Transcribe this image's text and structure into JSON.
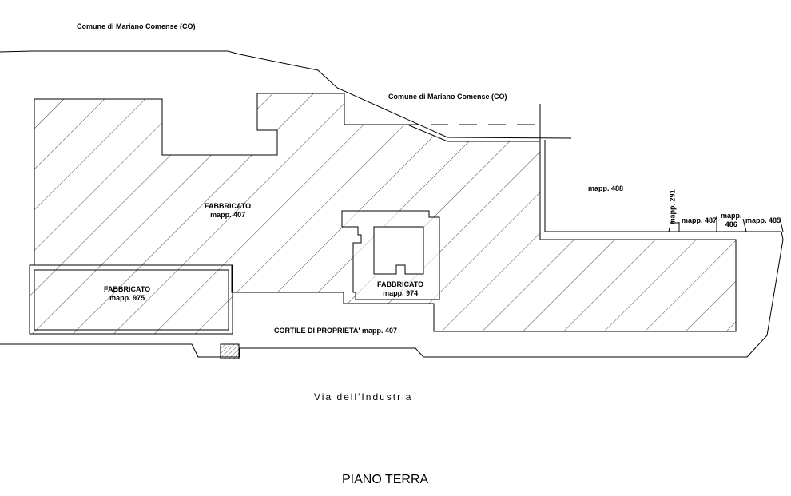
{
  "labels": {
    "comune_top": "Comune di Mariano Comense (CO)",
    "comune_mid": "Comune di Mariano Comense (CO)",
    "fabbricato_407": "FABBRICATO",
    "mapp_407": "mapp. 407",
    "fabbricato_975": "FABBRICATO",
    "mapp_975": "mapp. 975",
    "fabbricato_974": "FABBRICATO",
    "mapp_974": "mapp. 974",
    "cortile": "CORTILE DI PROPRIETA' mapp. 407",
    "mapp_488": "mapp. 488",
    "mapp_291": "mapp. 291",
    "mapp_487": "mapp. 487",
    "mapp_486a": "mapp.",
    "mapp_486b": "486",
    "mapp_485": "mapp. 485"
  },
  "street": "Via dell'Industria",
  "title": "PIANO TERRA",
  "colors": {
    "line": "#000000",
    "background": "#ffffff"
  }
}
